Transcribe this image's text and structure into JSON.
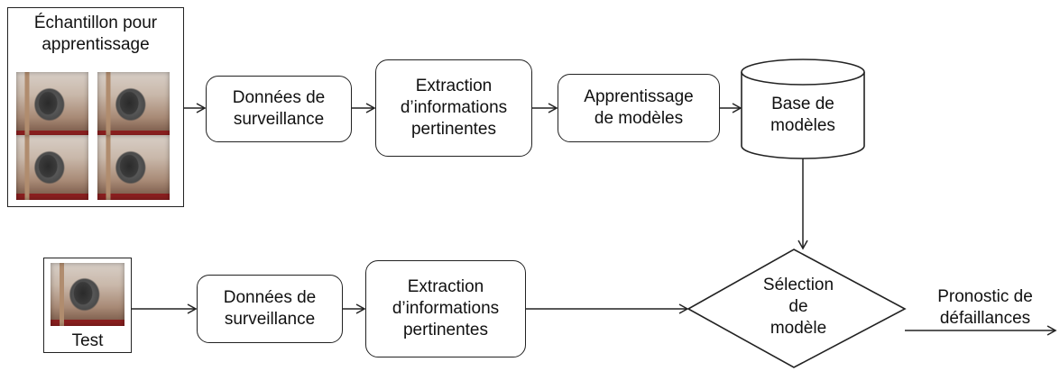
{
  "sample": {
    "title": "Échantillon pour\napprentissage",
    "photo_icon": "machine-photo-icon"
  },
  "test": {
    "label": "Test",
    "photo_icon": "machine-photo-icon"
  },
  "training_row": {
    "monitoring_data": "Données de\nsurveillance",
    "feature_extraction": "Extraction\nd’informations\npertinentes",
    "model_learning": "Apprentissage\nde modèles",
    "model_base": "Base de\nmodèles"
  },
  "test_row": {
    "monitoring_data": "Données de\nsurveillance",
    "feature_extraction": "Extraction\nd’informations\npertinentes",
    "model_selection": "Sélection\nde\nmodèle"
  },
  "output": {
    "label": "Pronostic de\ndéfaillances"
  }
}
